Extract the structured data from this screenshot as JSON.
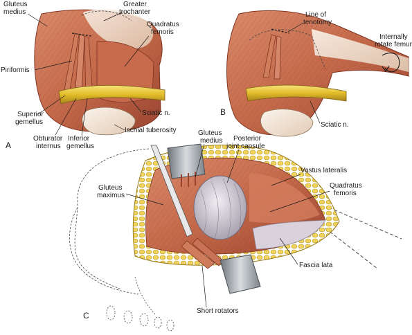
{
  "panels": {
    "a": {
      "letter": "A",
      "labels": {
        "gluteus_medius_1": "Gluteus",
        "gluteus_medius_2": "medius",
        "greater_trochanter_1": "Greater",
        "greater_trochanter_2": "trochanter",
        "quadratus_femoris_1": "Quadratus",
        "quadratus_femoris_2": "femoris",
        "piriformis": "Piriformis",
        "superior_gemellus_1": "Superior",
        "superior_gemellus_2": "gemellus",
        "obturator_internus_1": "Obturator",
        "obturator_internus_2": "internus",
        "inferior_gemellus_1": "Inferior",
        "inferior_gemellus_2": "gemellus",
        "sciatic_nerve": "Sciatic n.",
        "ischial_tuberosity": "Ischial tuberosity"
      }
    },
    "b": {
      "letter": "B",
      "labels": {
        "line_of_tenotomy_1": "Line of",
        "line_of_tenotomy_2": "tenotomy",
        "internally_rotate_1": "Internally",
        "internally_rotate_2": "rotate femur",
        "sciatic_nerve": "Sciatic n."
      }
    },
    "c": {
      "letter": "C",
      "labels": {
        "gluteus_medius_1": "Gluteus",
        "gluteus_medius_2": "medius",
        "posterior_capsule_1": "Posterior",
        "posterior_capsule_2": "joint capsule",
        "vastus_lateralis": "Vastus lateralis",
        "quadratus_femoris_1": "Quadratus",
        "quadratus_femoris_2": "femoris",
        "gluteus_maximus_1": "Gluteus",
        "gluteus_maximus_2": "maximus",
        "fascia_lata": "Fascia lata",
        "short_rotators": "Short rotators"
      }
    }
  },
  "colors": {
    "muscle": "#c4694a",
    "muscle_dark": "#9a4430",
    "bone": "#f3e6d8",
    "nerve": "#e6c43a",
    "fat": "#e9cf58",
    "capsule": "#c9c3cc",
    "retractor": "#9aa0a6"
  }
}
